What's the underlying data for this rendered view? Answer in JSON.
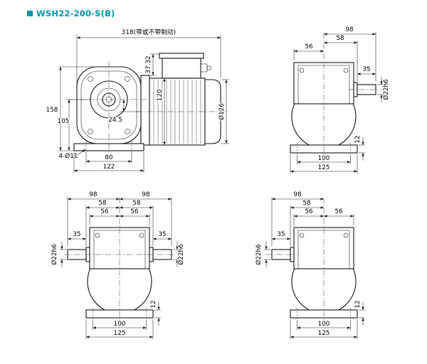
{
  "title": "WSH22-200-S(B)",
  "colors": {
    "accent": "#0096a7",
    "line_color": "#141414"
  },
  "views": {
    "side": {
      "dims": {
        "total_length": "318(带或不带制动)",
        "top_offset": "37.32",
        "motor_height": "120",
        "motor_dia": "Ø126",
        "overall_height": "158",
        "axis_height": "105",
        "center_offset": "24.5",
        "foot_holes": "4-Ø11",
        "hole_span": "80",
        "foot_length": "122"
      }
    },
    "front_right": {
      "dims": {
        "w98": "98",
        "w58": "58",
        "w56": "56",
        "shaft_len": "35",
        "shaft_dia": "Ø22h6",
        "base_thickness": "12",
        "bolt_span": "100",
        "base_width": "125"
      }
    },
    "front_double": {
      "dims": {
        "w98_left": "98",
        "w98_right": "98",
        "w58_left": "58",
        "w58_right": "58",
        "w56_left": "56",
        "w56_right": "56",
        "shaft_len_left": "35",
        "shaft_len_right": "35",
        "shaft_dia_left": "Ø22h6",
        "shaft_dia_right": "Ø22h6",
        "base_thickness": "12",
        "bolt_span": "100",
        "base_width": "125"
      }
    },
    "front_left": {
      "dims": {
        "w98": "98",
        "w58": "58",
        "w56_left": "56",
        "w56_right": "56",
        "shaft_len": "35",
        "shaft_dia": "Ø22h6",
        "base_thickness": "12",
        "bolt_span": "100",
        "base_width": "125"
      }
    }
  }
}
